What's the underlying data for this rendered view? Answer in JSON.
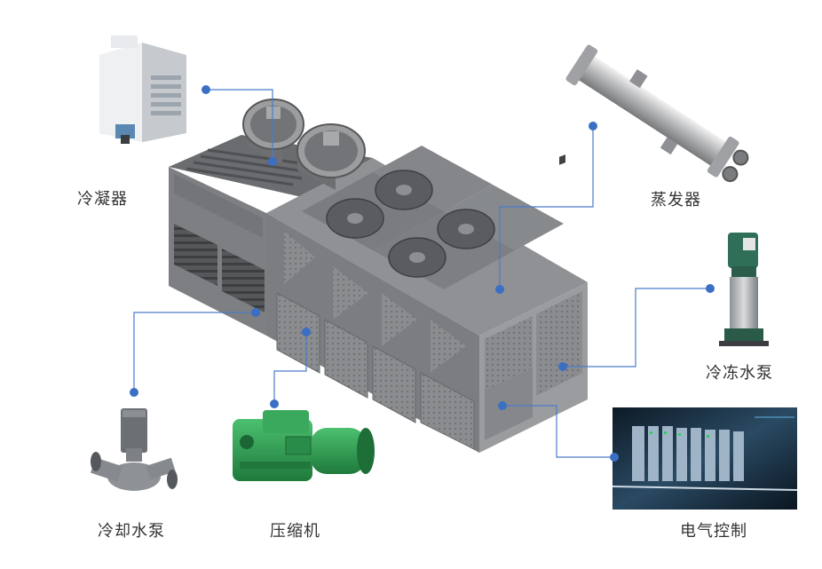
{
  "components": {
    "condenser": {
      "label": "冷凝器",
      "icon": "cooling-tower-icon"
    },
    "evaporator": {
      "label": "蒸发器",
      "icon": "shell-tube-evaporator-icon"
    },
    "chilled_water_pump": {
      "label": "冷冻水泵",
      "icon": "vertical-pump-icon"
    },
    "cooling_water_pump": {
      "label": "冷却水泵",
      "icon": "inline-pump-icon"
    },
    "compressor": {
      "label": "压缩机",
      "icon": "screw-compressor-icon"
    },
    "electrical_control": {
      "label": "电气控制",
      "icon": "plc-panel-icon"
    }
  },
  "colors": {
    "leader_line": "#4a7cc9",
    "dot": "#3b6fc4",
    "unit_body": "#8b8d90",
    "unit_dark": "#5d5f62",
    "compressor_green": "#2f9a52"
  }
}
